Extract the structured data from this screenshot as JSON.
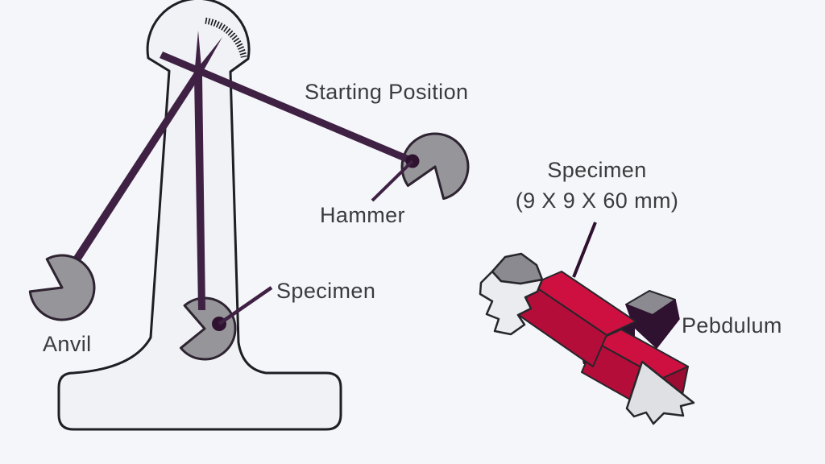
{
  "machine": {
    "starting_position": "Starting Position",
    "hammer": "Hammer",
    "anvil": "Anvil",
    "specimen": "Specimen"
  },
  "closeup": {
    "specimen_name": "Specimen",
    "specimen_dimensions": "(9 X 9 X 60 mm)",
    "pendulum": "Pebdulum"
  },
  "colors": {
    "background": "#f5f6f9",
    "stand_fill": "#f1f2f5",
    "outline": "#1e1e24",
    "arm": "#3f2144",
    "disc_gray": "#96959a",
    "disc_outline": "#2d2331",
    "dark_plum": "#2f1130",
    "red_top": "#ce1041",
    "red_front": "#b50d39",
    "red_end": "#9c0b31",
    "fragment_light": "#ebecef",
    "fragment_gray": "#8b8a90",
    "arrow_gray": "#dfe0e4",
    "closeup_outline": "#26262b",
    "text": "#3b3b3e"
  }
}
